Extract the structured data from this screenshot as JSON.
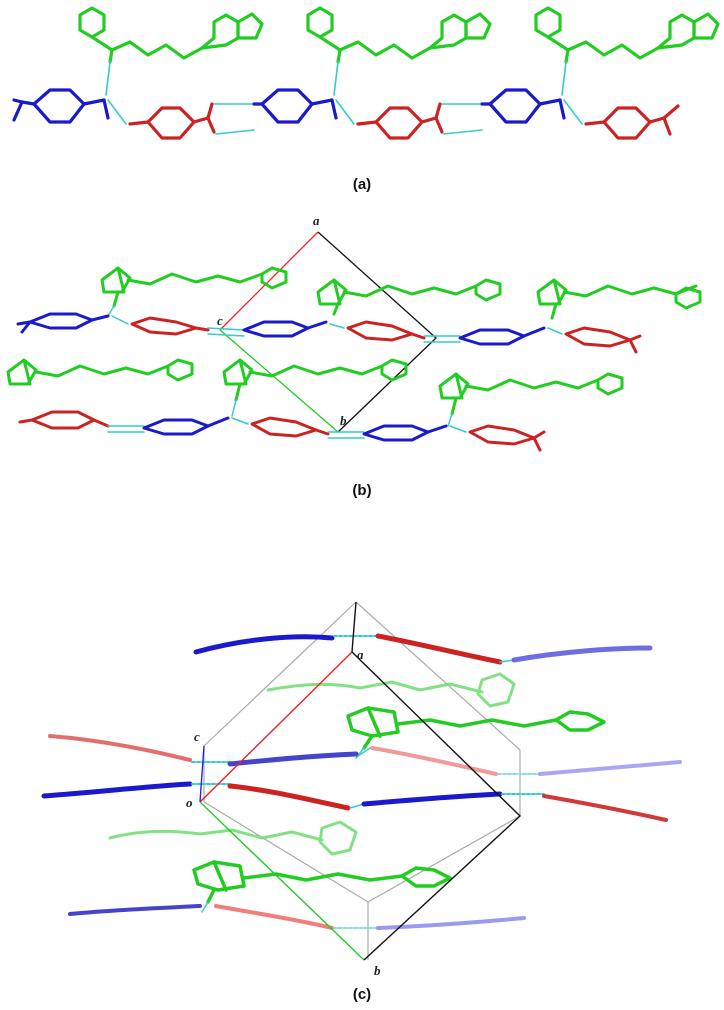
{
  "figure": {
    "panel_a": {
      "caption": "(a)"
    },
    "panel_b": {
      "caption": "(b)",
      "axes": {
        "a": "a",
        "b": "b",
        "c": "c"
      }
    },
    "panel_c": {
      "caption": "(c)",
      "axes": {
        "a": "a",
        "b": "b",
        "c": "c",
        "o": "o"
      }
    }
  },
  "colors": {
    "green": "#22cc22",
    "blue": "#1a1acc",
    "red": "#cc2222",
    "hbond": "#33cccc",
    "axis_a": "#ee2222",
    "axis_b": "#22cc22",
    "axis_c": "#2222ee",
    "cell": "#111111",
    "cell_faint": "#aaaaaa"
  }
}
